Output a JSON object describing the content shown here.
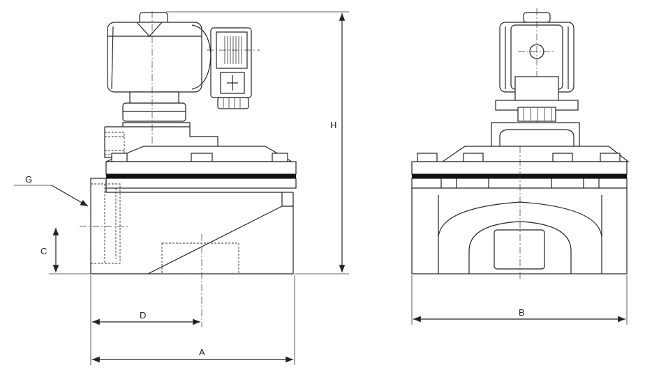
{
  "diagram": {
    "side_view": {
      "labels": {
        "H": "H",
        "G": "G",
        "C": "C",
        "D": "D",
        "A": "A"
      }
    },
    "front_view": {
      "labels": {
        "B": "B"
      }
    }
  }
}
